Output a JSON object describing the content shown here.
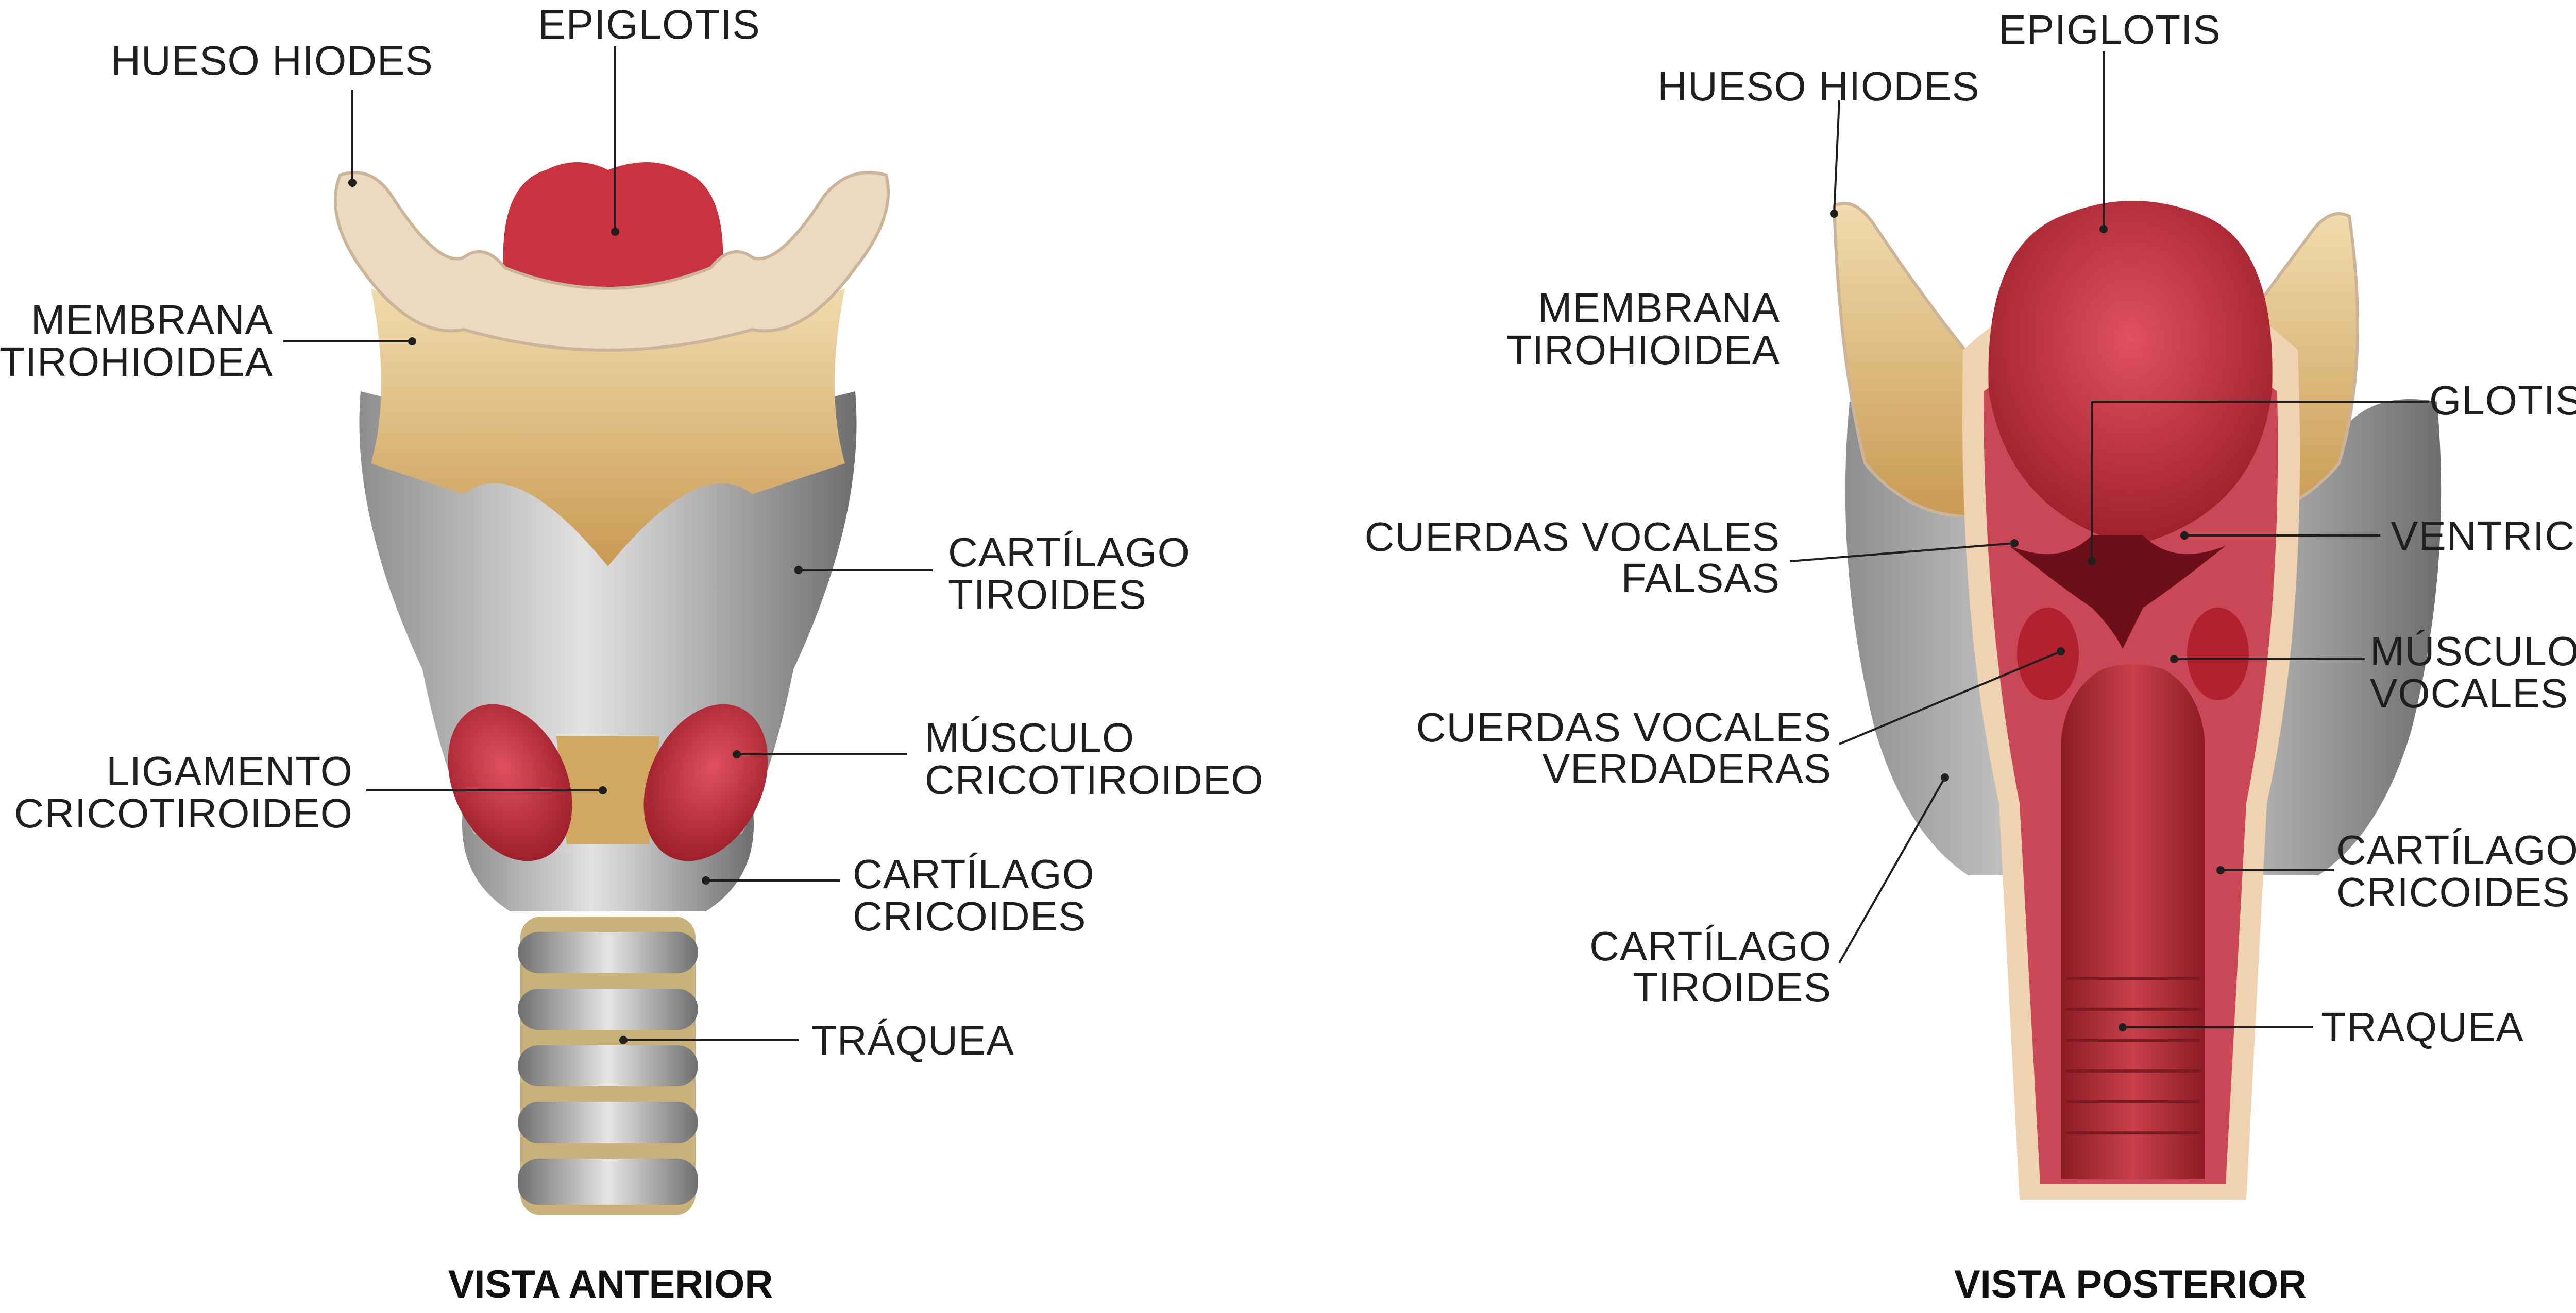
{
  "anterior": {
    "caption": "VISTA ANTERIOR",
    "labels": {
      "epiglotis": "EPIGLOTIS",
      "hueso_hiodes": "HUESO HIODES",
      "membrana_1": "MEMBRANA",
      "membrana_2": "TIROHIOIDEA",
      "tiroides_1": "CARTÍLAGO",
      "tiroides_2": "TIROIDES",
      "ligamento_1": "LIGAMENTO",
      "ligamento_2": "CRICOTIROIDEO",
      "musculo_1": "MÚSCULO",
      "musculo_2": "CRICOTIROIDEO",
      "cricoides_1": "CARTÍLAGO",
      "cricoides_2": "CRICOIDES",
      "traquea": "TRÁQUEA"
    }
  },
  "posterior": {
    "caption": "VISTA POSTERIOR",
    "labels": {
      "epiglotis": "EPIGLOTIS",
      "hueso_hiodes": "HUESO HIODES",
      "membrana_1": "MEMBRANA",
      "membrana_2": "TIROHIOIDEA",
      "glotis": "GLOTIS",
      "falsas_1": "CUERDAS VOCALES",
      "falsas_2": "FALSAS",
      "ventriculo": "VENTRICULO",
      "musculos_1": "MÚSCULOS",
      "musculos_2": "VOCALES",
      "verdaderas_1": "CUERDAS VOCALES",
      "verdaderas_2": "VERDADERAS",
      "cricoides_1": "CARTÍLAGO",
      "cricoides_2": "CRICOIDES",
      "tiroides_1": "CARTÍLAGO",
      "tiroides_2": "TIROIDES",
      "traquea": "TRAQUEA"
    }
  },
  "colors": {
    "bone": "#e8cf9c",
    "cartilage": "#a9a9a9",
    "muscle": "#c7364a",
    "mucosa": "#b52a35",
    "membrane": "#d9b070",
    "ring": "#d7c08a"
  }
}
